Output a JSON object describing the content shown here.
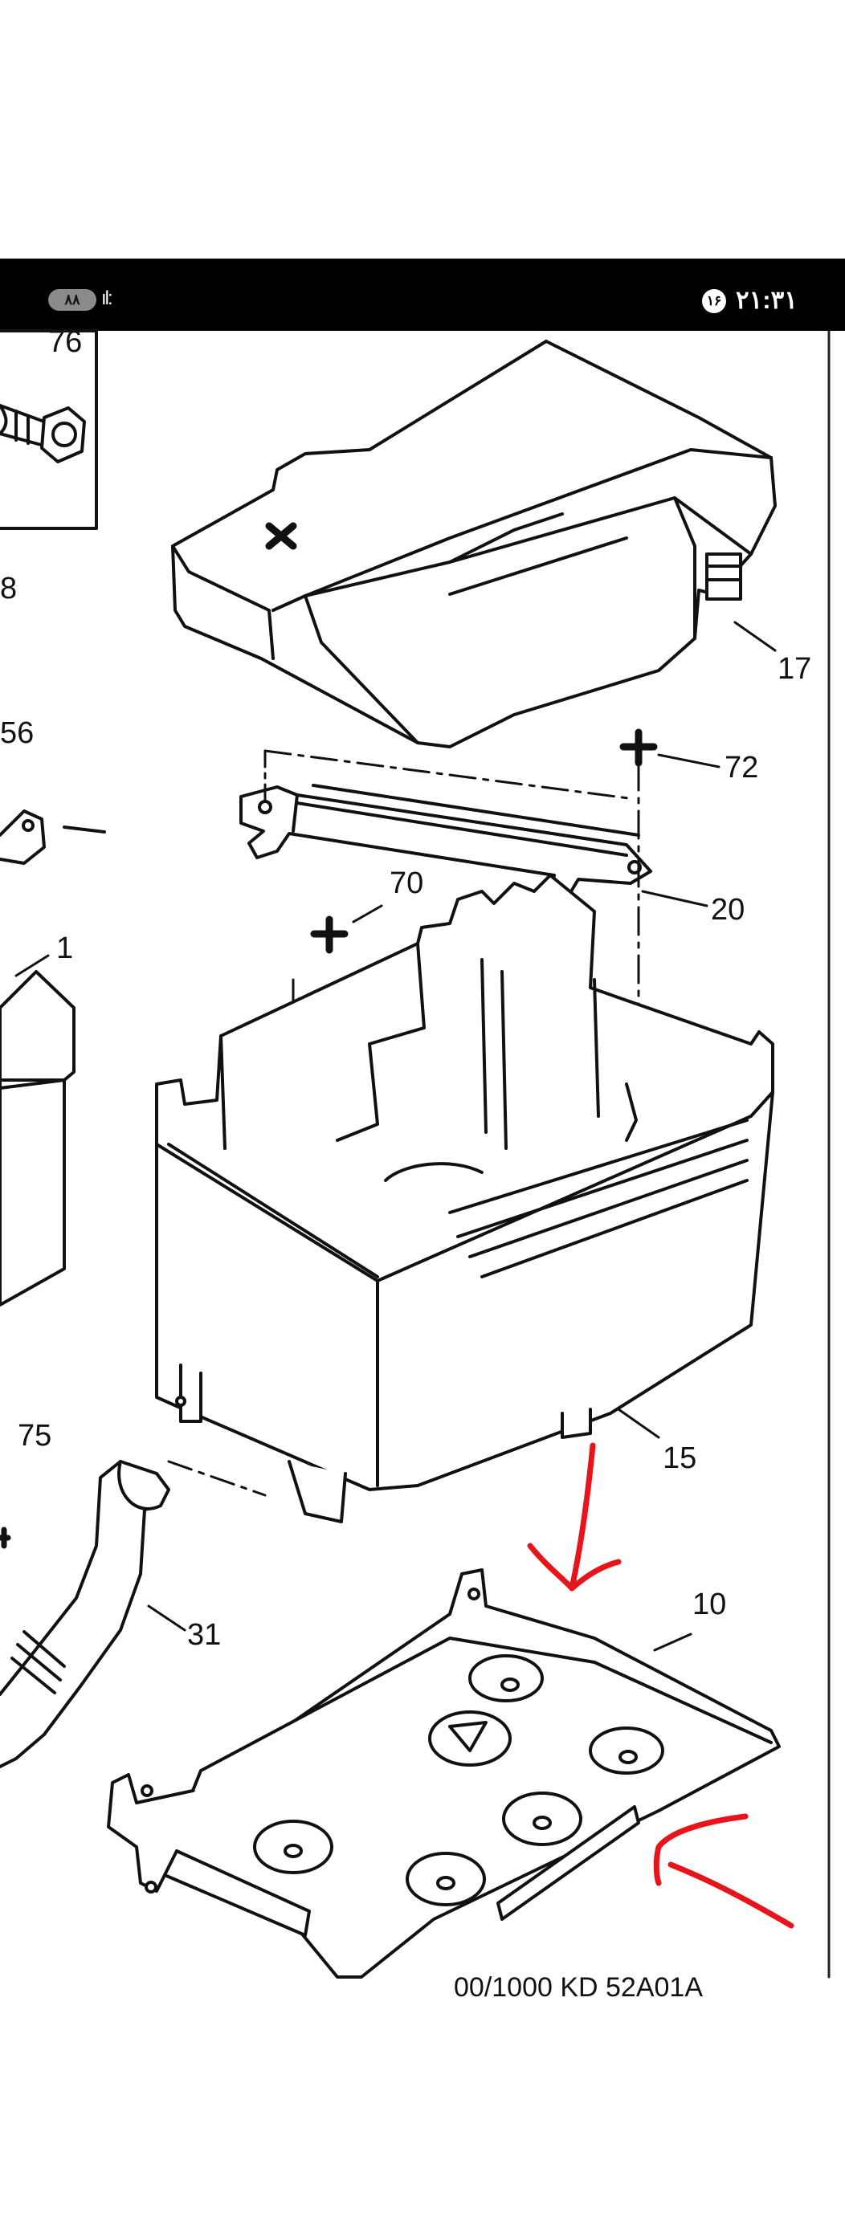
{
  "status_bar": {
    "time": "۲۱:۳۱",
    "notification_count": "۱۶",
    "data_pill": "۸۸",
    "signal_text": "ıl:"
  },
  "diagram": {
    "callouts": [
      "76",
      "8",
      "56",
      "1",
      "75",
      "17",
      "72",
      "20",
      "70",
      "15",
      "31",
      "10"
    ],
    "footer_code": "00/1000 KD 52A01A",
    "annotation_color": "#e8141b",
    "line_color": "#111111"
  }
}
